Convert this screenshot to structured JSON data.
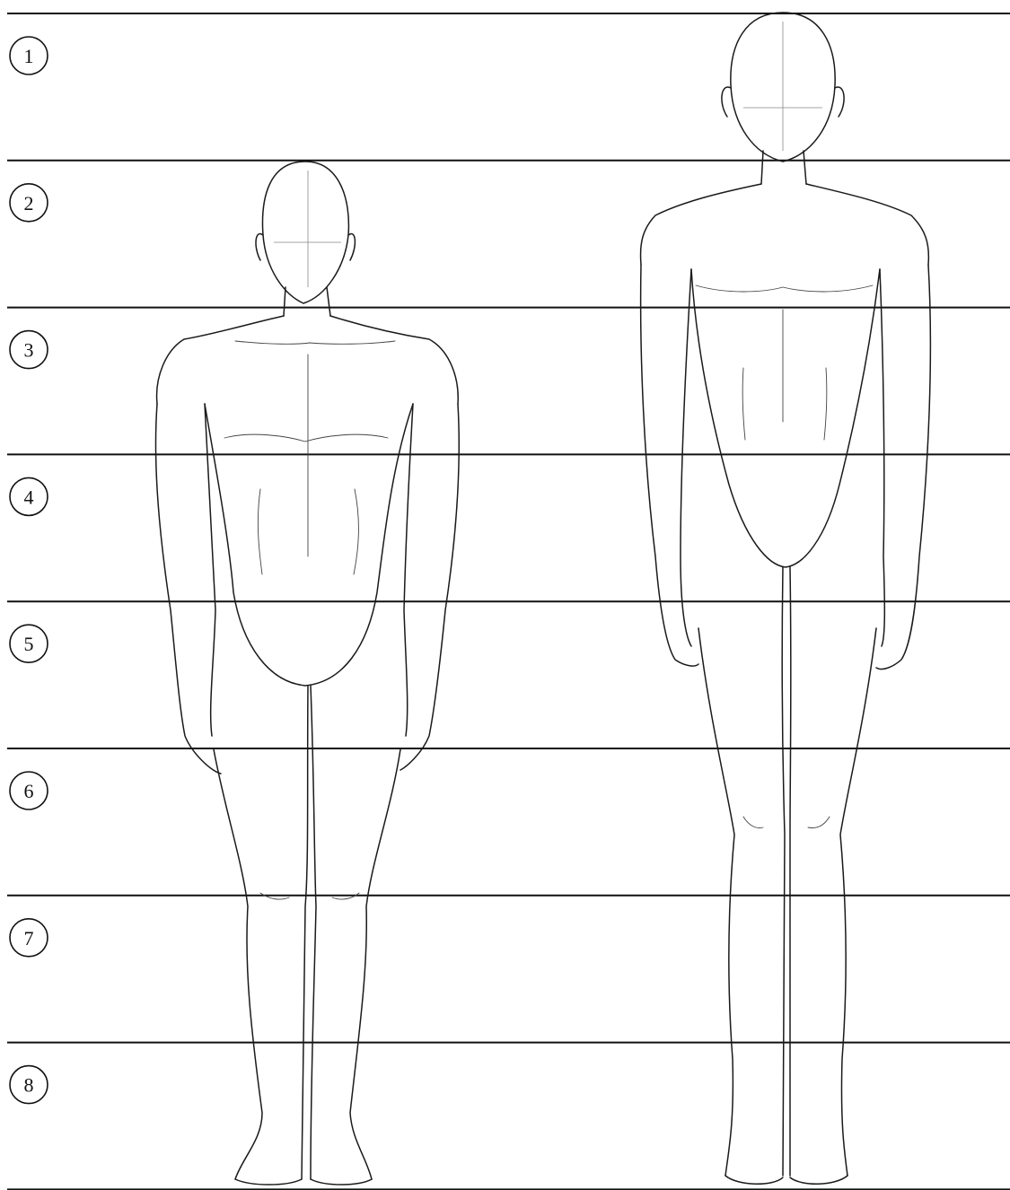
{
  "markers": [
    "1",
    "2",
    "3",
    "4",
    "5",
    "6",
    "7",
    "8"
  ],
  "figures": [
    {
      "id": "shorter-figure",
      "head_units": 7
    },
    {
      "id": "taller-figure",
      "head_units": 8
    }
  ]
}
